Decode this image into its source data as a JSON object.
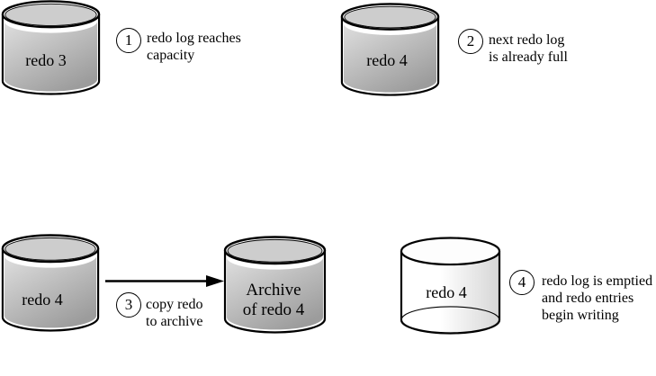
{
  "colors": {
    "background": "#ffffff",
    "outline": "#000000",
    "rim_white": "#ffffff",
    "body_light": "#dfdfdf",
    "body_dark": "#9c9c9c",
    "content_top": "#cdcdcd",
    "empty_light": "#ffffff",
    "empty_dark": "#d6d6d6",
    "empty_top": "#fdfdfd"
  },
  "cylinders": {
    "redo3": {
      "label": "redo 3",
      "state": "full"
    },
    "redo4_top": {
      "label": "redo 4",
      "state": "full"
    },
    "redo4_bottom": {
      "label": "redo 4",
      "state": "full"
    },
    "archive": {
      "label_line1": "Archive",
      "label_line2": "of redo 4",
      "state": "full"
    },
    "redo4_empty": {
      "label": "redo 4",
      "state": "empty"
    }
  },
  "steps": {
    "step1": {
      "number": "1",
      "line1": "redo log reaches",
      "line2": "capacity"
    },
    "step2": {
      "number": "2",
      "line1": "next redo log",
      "line2": "is already full"
    },
    "step3": {
      "number": "3",
      "line1": "copy redo",
      "line2": "to archive"
    },
    "step4": {
      "number": "4",
      "line1": "redo log is emptied",
      "line2": "and redo entries",
      "line3": "begin writing"
    }
  }
}
